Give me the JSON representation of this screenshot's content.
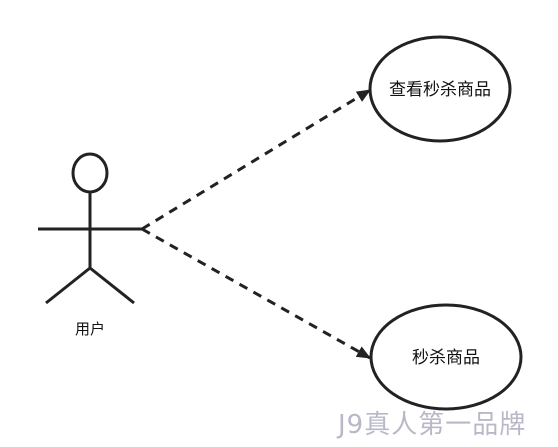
{
  "actor": {
    "label": "用户"
  },
  "use_cases": [
    {
      "label": "查看秒杀商品"
    },
    {
      "label": "秒杀商品"
    }
  ],
  "watermark": {
    "text": "J9真人第一品牌"
  },
  "colors": {
    "stroke": "#222222",
    "background": "#ffffff",
    "watermark": "#b8b8c8"
  }
}
